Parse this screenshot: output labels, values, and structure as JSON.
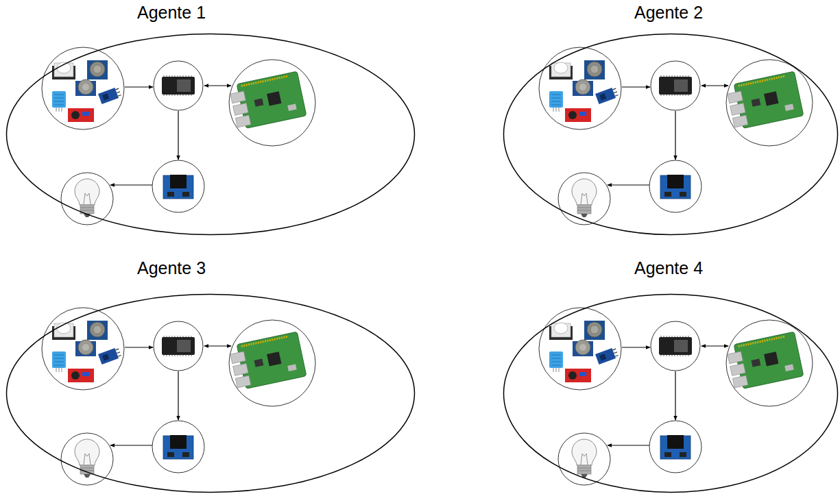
{
  "diagram": {
    "nodes": [
      {
        "text": [
          "Agente 1"
        ]
      },
      {
        "text": [
          "Agente 2"
        ]
      },
      {
        "text": [
          "Agente 3"
        ]
      },
      {
        "text": [
          "Agente 4"
        ]
      }
    ]
  }
}
